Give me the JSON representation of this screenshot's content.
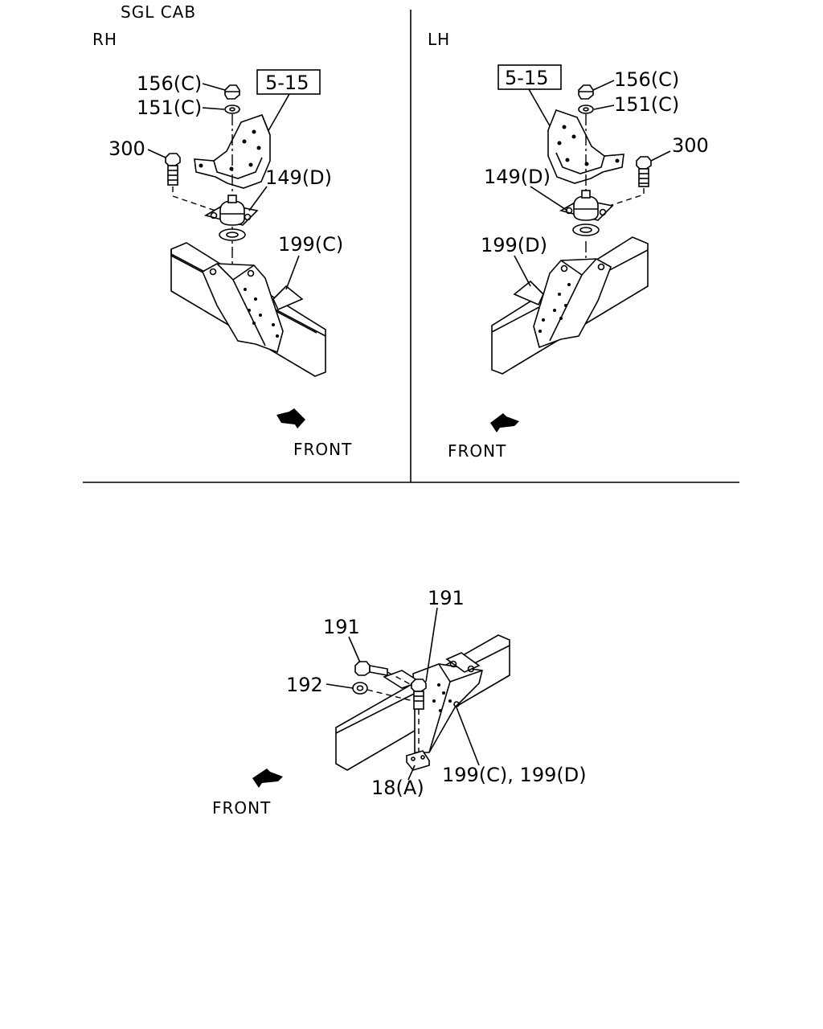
{
  "header": {
    "cab_type": "SGL CAB",
    "rh_label": "RH",
    "lh_label": "LH"
  },
  "rh": {
    "ref_box": "5-15",
    "callouts": {
      "nut": "156(C)",
      "washer": "151(C)",
      "bolt": "300",
      "mount": "149(D)",
      "bracket": "199(C)"
    },
    "front_label": "FRONT"
  },
  "lh": {
    "ref_box": "5-15",
    "callouts": {
      "nut": "156(C)",
      "washer": "151(C)",
      "bolt": "300",
      "mount": "149(D)",
      "bracket": "199(D)"
    },
    "front_label": "FRONT"
  },
  "bottom": {
    "callouts": {
      "bolt_top": "191",
      "bolt_side": "191",
      "nut_side": "192",
      "plate": "18(A)",
      "bracket": "199(C), 199(D)"
    },
    "front_label": "FRONT"
  }
}
